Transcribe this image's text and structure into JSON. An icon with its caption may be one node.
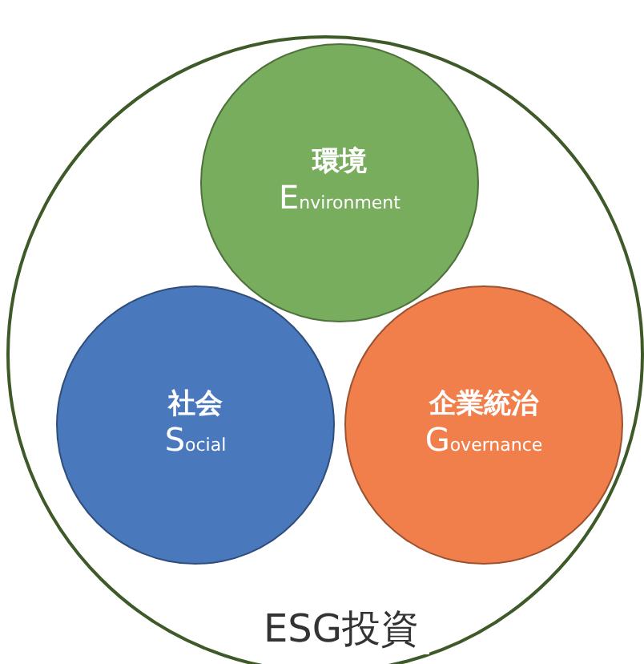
{
  "diagram": {
    "nodes": [
      {
        "text": [
          "ESG投資"
        ]
      },
      {
        "text": [
          "環境",
          "Environment"
        ],
        "in": 0
      },
      {
        "text": [
          "社会",
          "Social"
        ],
        "in": 0
      },
      {
        "text": [
          "企業統治",
          "Governance"
        ],
        "in": 0
      }
    ]
  }
}
